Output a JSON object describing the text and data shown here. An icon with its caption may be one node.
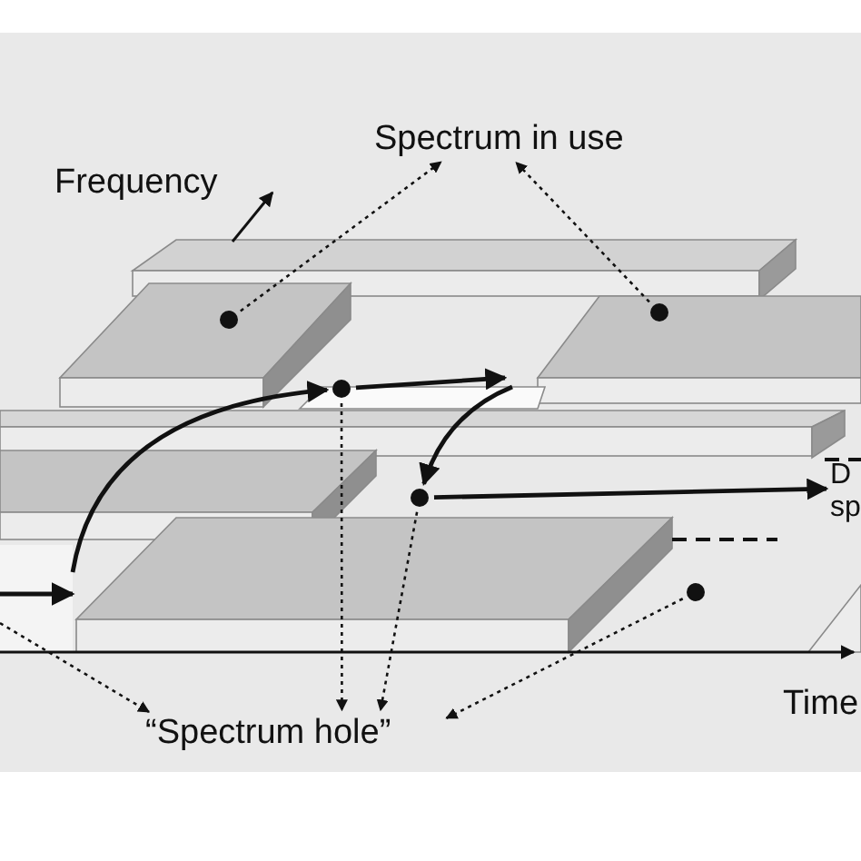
{
  "diagram": {
    "nodes": [
      {
        "text": [
          "Spectrum in use"
        ]
      },
      {
        "text": [
          "Frequency"
        ]
      },
      {
        "text": [
          "“Spectrum hole”"
        ]
      },
      {
        "text": [
          "Time"
        ]
      },
      {
        "text": [
          "D sp"
        ]
      },
      {
        "text": [],
        "shape": "circle"
      },
      {
        "text": [],
        "shape": "circle"
      },
      {
        "text": [],
        "shape": "circle"
      },
      {
        "text": [],
        "shape": "circle"
      },
      {
        "text": [],
        "shape": "circle"
      }
    ],
    "edges": [
      {
        "from": 5,
        "to": 0,
        "arrow": "to",
        "style": "dashed"
      },
      {
        "from": 6,
        "to": 0,
        "arrow": "to",
        "style": "dashed"
      },
      {
        "from": 7,
        "to": 2,
        "arrow": "to",
        "style": "dashed"
      },
      {
        "from": 8,
        "to": 2,
        "arrow": "to",
        "style": "dashed"
      },
      {
        "from": 9,
        "to": 2,
        "arrow": "to",
        "style": "dashed"
      },
      {
        "from": null,
        "to": 2,
        "arrow": "to",
        "style": "dashed"
      },
      {
        "from": null,
        "to": 7,
        "arrow": "to"
      },
      {
        "from": 7,
        "to": null,
        "arrow": "to"
      },
      {
        "from": null,
        "to": 8,
        "arrow": "to"
      },
      {
        "from": 8,
        "to": 4,
        "arrow": "to"
      }
    ]
  }
}
